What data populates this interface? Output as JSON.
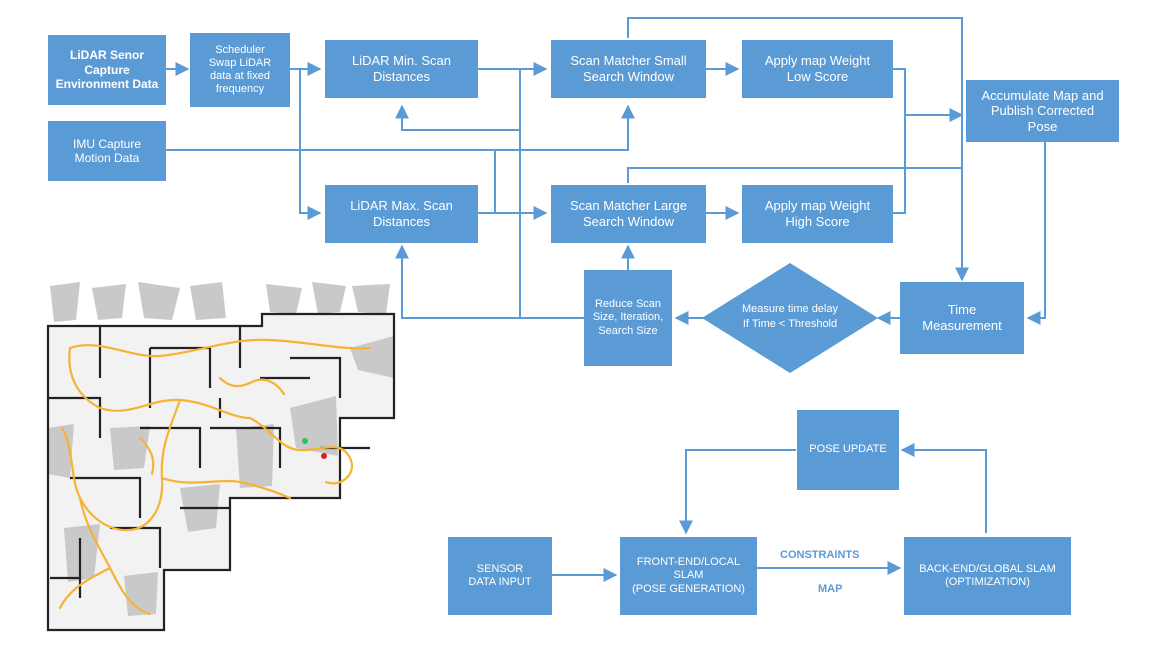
{
  "colors": {
    "box_fill": "#5b9bd5",
    "box_text": "#ffffff",
    "arrow": "#5b9bd5",
    "label_text": "#5b9bd5",
    "map_trajectory": "#f5b335",
    "map_walls": "#222222",
    "map_start_marker": "#22c55e",
    "map_end_marker": "#e11d1d"
  },
  "flowchart": {
    "lidar_capture": "LiDAR Senor\nCapture\nEnvironment Data",
    "scheduler": "Scheduler\nSwap LiDAR\ndata at fixed\nfrequency",
    "imu_capture": "IMU Capture\nMotion Data",
    "lidar_min": "LiDAR Min. Scan\nDistances",
    "lidar_max": "LiDAR Max. Scan\nDistances",
    "matcher_small": "Scan Matcher Small\nSearch Window",
    "matcher_large": "Scan Matcher Large\nSearch Window",
    "weight_low": "Apply map Weight\nLow Score",
    "weight_high": "Apply map Weight\nHigh Score",
    "accumulate": "Accumulate Map and\nPublish Corrected\nPose",
    "time_measurement": "Time\nMeasurement",
    "decision": "Measure time delay\nIf Time < Threshold",
    "reduce_scan": "Reduce Scan\nSize, Iteration,\nSearch Size"
  },
  "slam_overview": {
    "pose_update": "POSE UPDATE",
    "sensor_input": "SENSOR\nDATA INPUT",
    "front_end": "FRONT-END/LOCAL\nSLAM\n(POSE GENERATION)",
    "back_end": "BACK-END/GLOBAL SLAM\n(OPTIMIZATION)",
    "constraints_label": "CONSTRAINTS",
    "map_label": "MAP"
  },
  "map_image": {
    "trajectory_style": "orange path over grey occupancy map with green start and red end markers"
  }
}
